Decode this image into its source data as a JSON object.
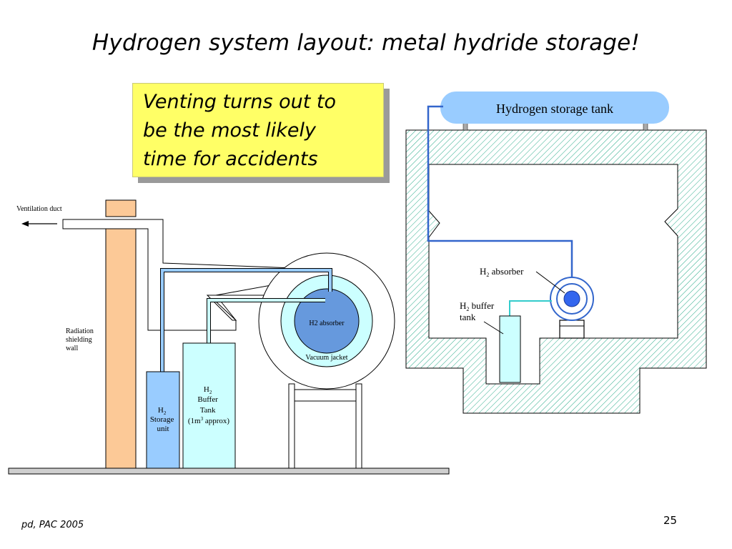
{
  "slide": {
    "title": "Hydrogen system layout: metal hydride storage!",
    "callout_lines": [
      "Venting turns out to",
      "be the most likely",
      "time for accidents"
    ],
    "footer": "pd, PAC 2005",
    "page_number": "25"
  },
  "left_diagram": {
    "ventilation_duct": "Ventilation duct",
    "radiation_wall": [
      "Radiation",
      "shielding",
      "wall"
    ],
    "h2_absorber": "H2 absorber",
    "vacuum_jacket": "Vacuum jacket",
    "storage_unit": {
      "h": "H",
      "sub": "2",
      "line2": "Storage",
      "line3": "unit"
    },
    "buffer_tank": {
      "h": "H",
      "sub": "2",
      "line2": "Buffer",
      "line3": "Tank",
      "line4_pre": "(1m",
      "line4_sup": "3",
      "line4_post": " approx)"
    }
  },
  "right_diagram": {
    "storage_tank": "Hydrogen storage tank",
    "absorber": {
      "h": "H",
      "sub": "2",
      "rest": " absorber"
    },
    "buffer": {
      "h": "H",
      "sub": "2",
      "rest": " buffer",
      "line2": "tank"
    }
  },
  "colors": {
    "callout_bg": "#ffff66",
    "wall": "#fcc997",
    "storage_unit": "#99ccff",
    "buffer_tank": "#ccffff",
    "h2_absorber": "#6699dd",
    "storage_tank": "#99ccff",
    "hatch": "#2bab8a",
    "pipe_blue": "#3366cc",
    "pipe_cyan": "#33cccc"
  }
}
